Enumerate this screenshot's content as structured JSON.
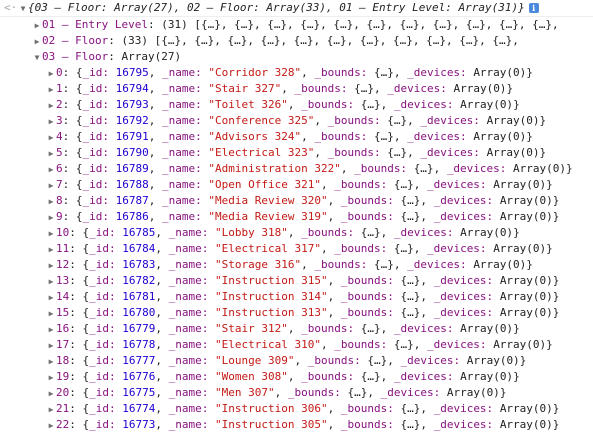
{
  "console": {
    "prompt_arrow": "<·",
    "summary": "{03 – Floor: Array(27), 02 – Floor: Array(33), 01 – Entry Level: Array(31)}",
    "info_badge": "i",
    "groups": [
      {
        "key": "01 – Entry Level",
        "count": "(31)",
        "preview": "[{…}, {…}, {…}, {…}, {…}, {…}, {…}, {…}, {…}, {…}, {…},",
        "expanded": false
      },
      {
        "key": "02 – Floor",
        "count": "(33)",
        "preview": "[{…}, {…}, {…}, {…}, {…}, {…}, {…}, {…}, {…}, {…}, {…},",
        "expanded": false
      },
      {
        "key": "03 – Floor",
        "type_label": "Array(27)",
        "expanded": true
      }
    ],
    "rows": [
      {
        "index": "0",
        "id": "16795",
        "name": "\"Corridor 328\""
      },
      {
        "index": "1",
        "id": "16794",
        "name": "\"Stair 327\""
      },
      {
        "index": "2",
        "id": "16793",
        "name": "\"Toilet 326\""
      },
      {
        "index": "3",
        "id": "16792",
        "name": "\"Conference 325\""
      },
      {
        "index": "4",
        "id": "16791",
        "name": "\"Advisors 324\""
      },
      {
        "index": "5",
        "id": "16790",
        "name": "\"Electrical 323\""
      },
      {
        "index": "6",
        "id": "16789",
        "name": "\"Administration 322\""
      },
      {
        "index": "7",
        "id": "16788",
        "name": "\"Open Office 321\""
      },
      {
        "index": "8",
        "id": "16787",
        "name": "\"Media Review 320\""
      },
      {
        "index": "9",
        "id": "16786",
        "name": "\"Media Review 319\""
      },
      {
        "index": "10",
        "id": "16785",
        "name": "\"Lobby 318\""
      },
      {
        "index": "11",
        "id": "16784",
        "name": "\"Electrical 317\""
      },
      {
        "index": "12",
        "id": "16783",
        "name": "\"Storage 316\""
      },
      {
        "index": "13",
        "id": "16782",
        "name": "\"Instruction 315\""
      },
      {
        "index": "14",
        "id": "16781",
        "name": "\"Instruction 314\""
      },
      {
        "index": "15",
        "id": "16780",
        "name": "\"Instruction 313\""
      },
      {
        "index": "16",
        "id": "16779",
        "name": "\"Stair 312\""
      },
      {
        "index": "17",
        "id": "16778",
        "name": "\"Electrical 310\""
      },
      {
        "index": "18",
        "id": "16777",
        "name": "\"Lounge 309\""
      },
      {
        "index": "19",
        "id": "16776",
        "name": "\"Women 308\""
      },
      {
        "index": "20",
        "id": "16775",
        "name": "\"Men 307\""
      },
      {
        "index": "21",
        "id": "16774",
        "name": "\"Instruction 306\""
      },
      {
        "index": "22",
        "id": "16773",
        "name": "\"Instruction 305\""
      }
    ],
    "labels": {
      "id_key": "_id:",
      "name_key": "_name:",
      "bounds_key": "_bounds:",
      "bounds_val": "{…}",
      "devices_key": "_devices:",
      "devices_val": "Array(0)",
      "open_brace": "{",
      "close_brace": "}",
      "comma": ","
    }
  }
}
